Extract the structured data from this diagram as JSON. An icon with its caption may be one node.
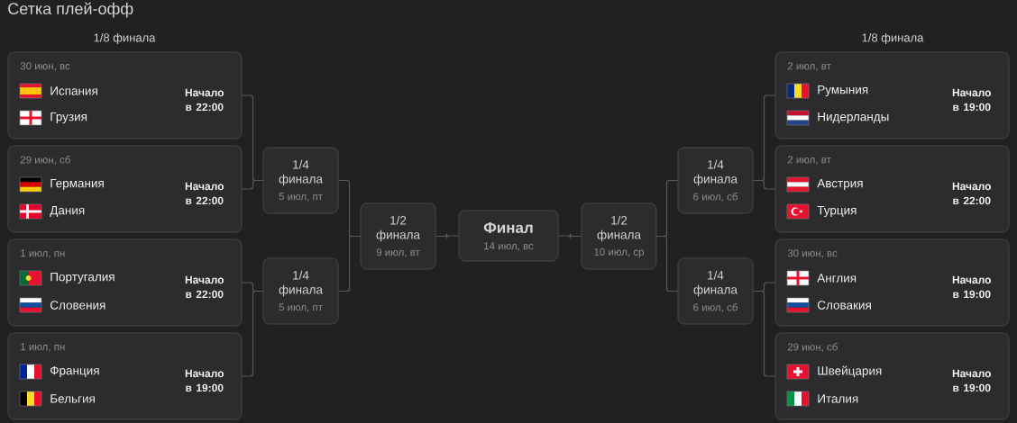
{
  "diagram": {
    "title": "Сетка плей-офф",
    "nodes": [
      {
        "text": [
          "30 июн, вс",
          "Испания",
          "Грузия",
          "Начало в 22:00"
        ]
      },
      {
        "text": [
          "29 июн, сб",
          "Германия",
          "Дания",
          "Начало в 22:00"
        ]
      },
      {
        "text": [
          "1 июл, пн",
          "Португалия",
          "Словения",
          "Начало в 22:00"
        ]
      },
      {
        "text": [
          "1 июл, пн",
          "Франция",
          "Бельгия",
          "Начало в 19:00"
        ]
      },
      {
        "text": [
          "1/4 финала",
          "5 июл, пт"
        ]
      },
      {
        "text": [
          "1/4 финала",
          "5 июл, пт"
        ]
      },
      {
        "text": [
          "1/2 финала",
          "9 июл, вт"
        ]
      },
      {
        "text": [
          "Финал",
          "14 июл, вс"
        ]
      },
      {
        "text": [
          "1/2 финала",
          "10 июл, ср"
        ]
      },
      {
        "text": [
          "1/4 финала",
          "6 июл, сб"
        ]
      },
      {
        "text": [
          "1/4 финала",
          "6 июл, сб"
        ]
      },
      {
        "text": [
          "2 июл, вт",
          "Румыния",
          "Нидерланды",
          "Начало в 19:00"
        ]
      },
      {
        "text": [
          "2 июл, вт",
          "Австрия",
          "Турция",
          "Начало в 22:00"
        ]
      },
      {
        "text": [
          "30 июн, вс",
          "Англия",
          "Словакия",
          "Начало в 19:00"
        ]
      },
      {
        "text": [
          "29 июн, сб",
          "Швейцария",
          "Италия",
          "Начало в 19:00"
        ]
      }
    ],
    "edges": [
      {
        "from": 0,
        "to": 4,
        "arrow": "none"
      },
      {
        "from": 1,
        "to": 4,
        "arrow": "none"
      },
      {
        "from": 2,
        "to": 5,
        "arrow": "none"
      },
      {
        "from": 3,
        "to": 5,
        "arrow": "none"
      },
      {
        "from": 4,
        "to": 6,
        "arrow": "none"
      },
      {
        "from": 5,
        "to": 6,
        "arrow": "none"
      },
      {
        "from": 6,
        "to": 7,
        "arrow": "none"
      },
      {
        "from": 8,
        "to": 7,
        "arrow": "none"
      },
      {
        "from": 9,
        "to": 8,
        "arrow": "none"
      },
      {
        "from": 10,
        "to": 8,
        "arrow": "none"
      },
      {
        "from": 11,
        "to": 9,
        "arrow": "none"
      },
      {
        "from": 12,
        "to": 9,
        "arrow": "none"
      },
      {
        "from": 13,
        "to": 10,
        "arrow": "none"
      },
      {
        "from": 14,
        "to": 10,
        "arrow": "none"
      }
    ],
    "labels": [
      "1/8 финала",
      "1/8 финала"
    ]
  }
}
